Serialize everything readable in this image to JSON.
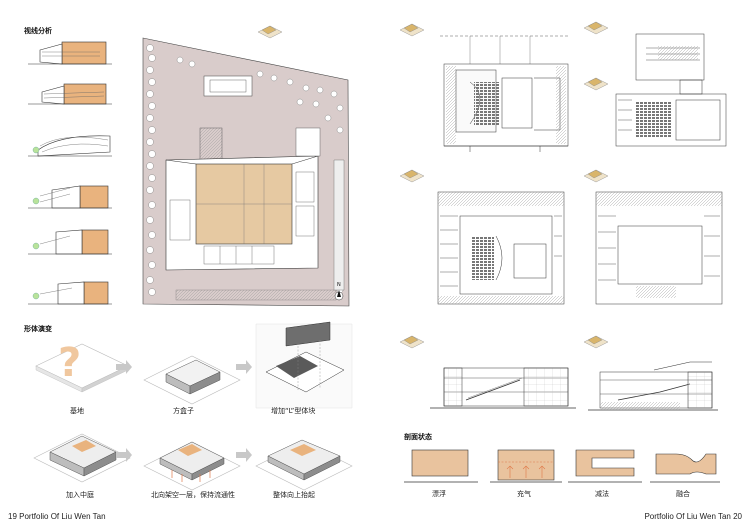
{
  "left_page": {
    "sightline_title": "视线分析",
    "form_title": "形体演变",
    "evolution_steps": [
      "基地",
      "方盒子",
      "增加“L”型体块",
      "加入中庭",
      "北向架空一层，保持流通性",
      "整体向上抬起"
    ],
    "footer": "19 Portfolio Of Liu Wen Tan"
  },
  "right_page": {
    "section_title": "剖面状态",
    "section_states": [
      "漂浮",
      "充气",
      "减法",
      "融合"
    ],
    "footer": "Portfolio Of Liu Wen Tan 20"
  },
  "colors": {
    "site_pink": "#d9cccb",
    "building_tan": "#e6c9a2",
    "volume_orange": "#e9b37e",
    "plan_line": "#333333"
  }
}
